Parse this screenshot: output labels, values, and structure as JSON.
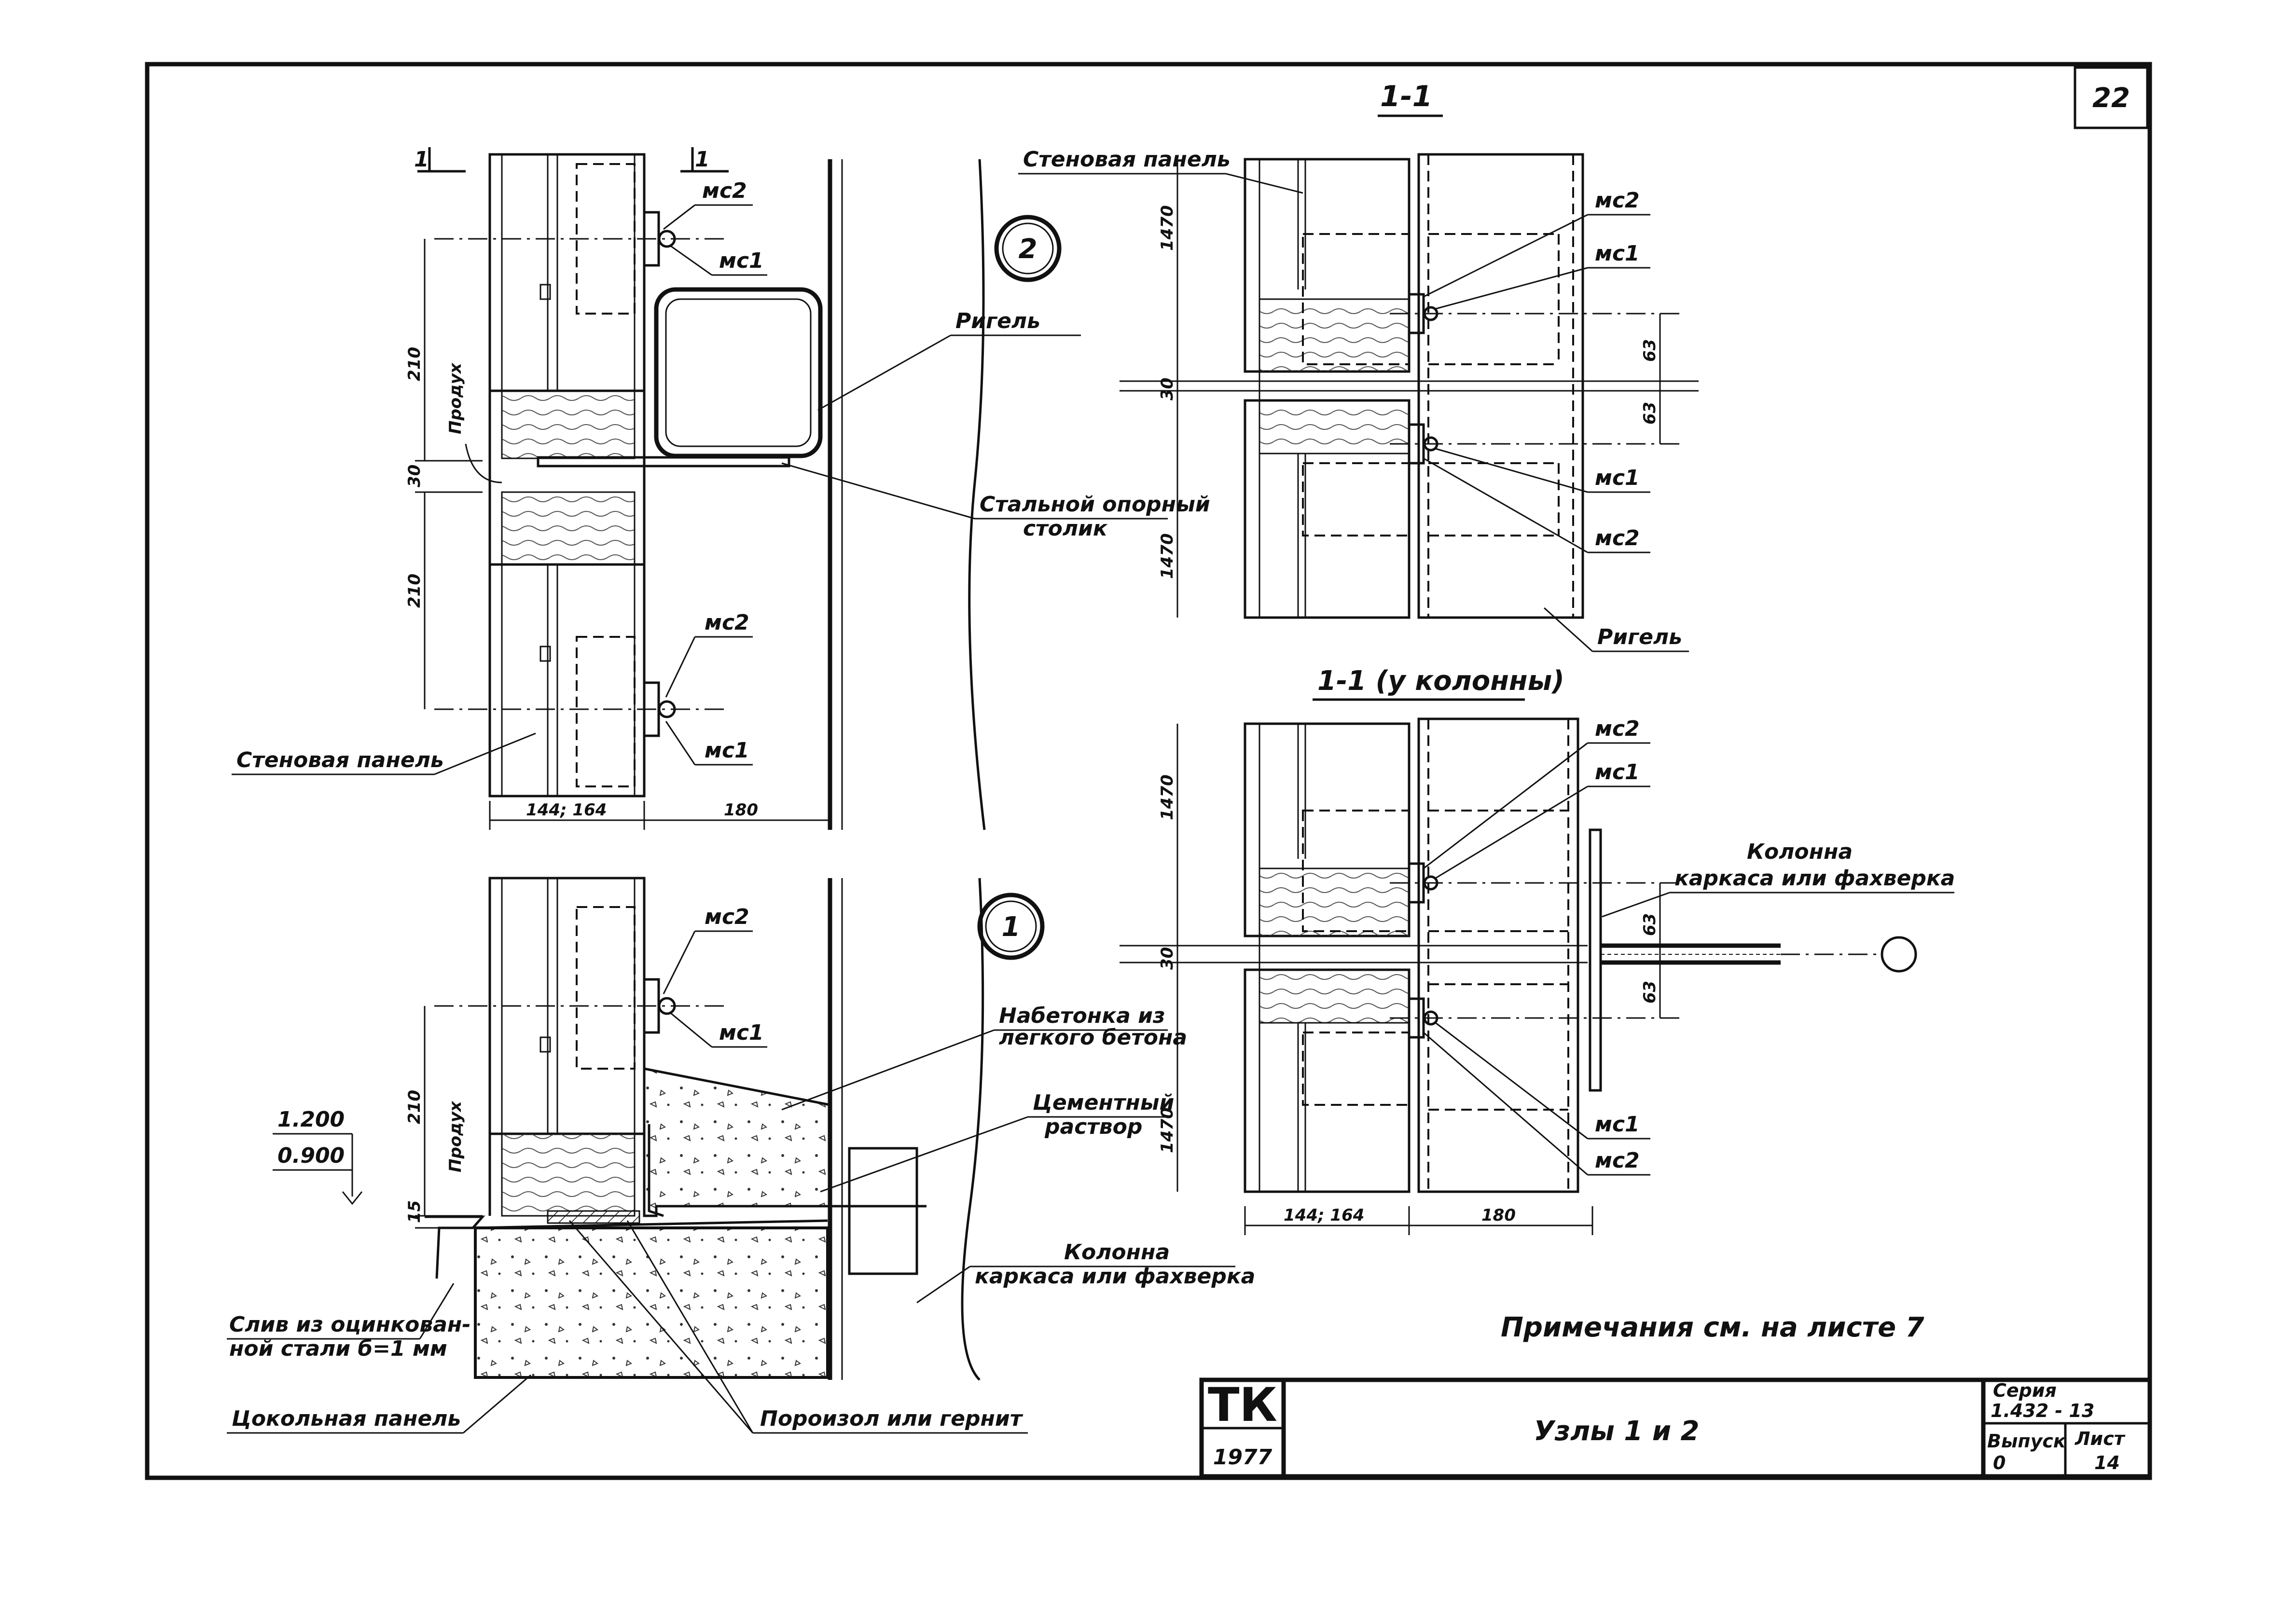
{
  "sheet": {
    "number": "22",
    "section_title": "1-1",
    "section_title_column": "1-1 (у колонны)",
    "cut_marker_left": "1",
    "cut_marker_right": "1",
    "node_2": "2",
    "node_1": "1",
    "note": "Примечания см. на листе 7"
  },
  "labels": {
    "wall_panel": "Стеновая панель",
    "girder": "Ригель",
    "steel_table_line1": "Стальной опорный",
    "steel_table_line2": "столик",
    "produkh": "Продух",
    "light_concrete_line1": "Набетонка из",
    "light_concrete_line2": "легкого бетона",
    "cement_line1": "Цементный",
    "cement_line2": "раствор",
    "column_line1": "Колонна",
    "column_line2": "каркаса или фахверка",
    "drip_line1": "Слив из оцинкован-",
    "drip_line2": "ной стали б=1 мм",
    "plinth_panel": "Цокольная панель",
    "poroizol": "Пороизол или гернит",
    "mc1": "мс1",
    "mc2": "мс2",
    "level_1200": "1.200",
    "level_0900": "0.900"
  },
  "dimensions": {
    "d210": "210",
    "d30": "30",
    "d15": "15",
    "d144_164": "144; 164",
    "d180": "180",
    "d1470": "1470",
    "d63": "63"
  },
  "stamp": {
    "org": "ТК",
    "year": "1977",
    "title": "Узлы 1 и 2",
    "series_label": "Серия",
    "series_value": "1.432 - 13",
    "issue_label": "Выпуск",
    "issue_value": "0",
    "sheet_label": "Лист",
    "sheet_value": "14"
  }
}
